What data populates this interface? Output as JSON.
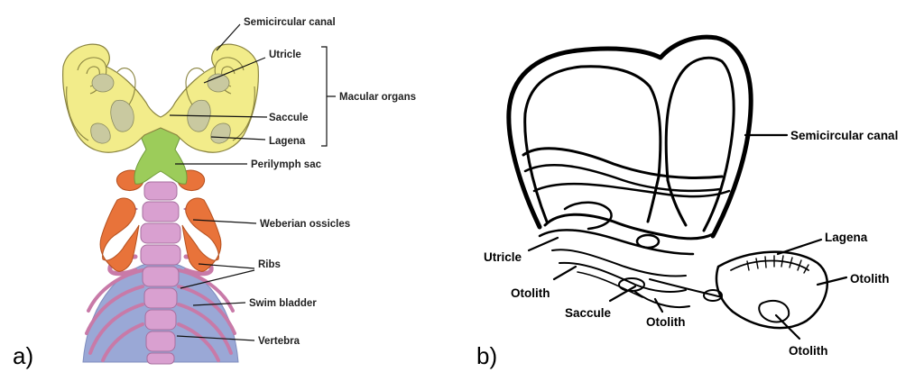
{
  "panel_a": {
    "tag": "a)",
    "labels": {
      "semicircular_canal": "Semicircular canal",
      "utricle": "Utricle",
      "saccule": "Saccule",
      "lagena": "Lagena",
      "macular_organs": "Macular organs",
      "perilymph_sac": "Perilymph sac",
      "weberian_ossicles": "Weberian ossicles",
      "ribs": "Ribs",
      "swim_bladder": "Swim bladder",
      "vertebra": "Vertebra"
    },
    "colors": {
      "inner_ear": "#f2ec8a",
      "inner_ear_outline": "#8a8440",
      "macular": "#c9c9a0",
      "perilymph_sac": "#9ccc5a",
      "weberian_ossicles": "#e8733a",
      "vertebra": "#d9a0d0",
      "swim_bladder": "#9aa8d6",
      "ribs": "#c87aa8"
    }
  },
  "panel_b": {
    "tag": "b)",
    "labels": {
      "semicircular_canal": "Semicircular canal",
      "lagena": "Lagena",
      "utricle": "Utricle",
      "otolith_1": "Otolith",
      "otolith_2": "Otolith",
      "saccule": "Saccule",
      "otolith_3": "Otolith",
      "otolith_4": "Otolith"
    }
  }
}
